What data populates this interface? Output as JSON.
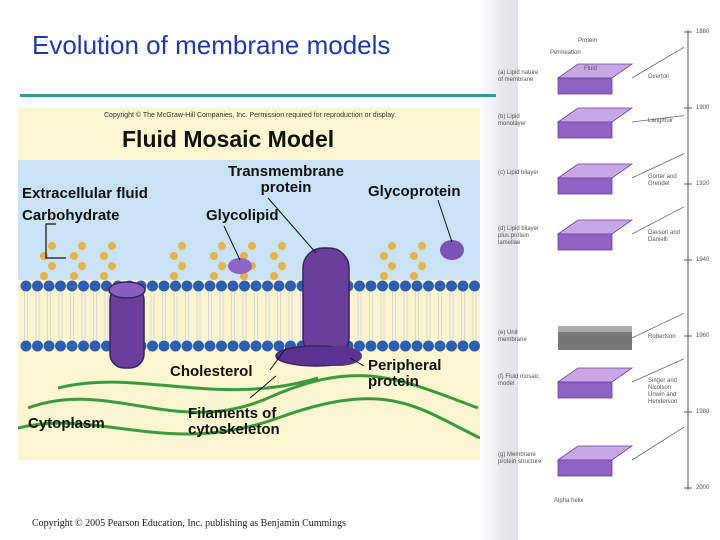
{
  "slide": {
    "title": "Evolution of membrane models",
    "copyright": "Copyright © 2005 Pearson Education, Inc. publishing as Benjamin Cummings"
  },
  "figure": {
    "copyright_line": "Copyright © The McGraw-Hill Companies, Inc. Permission required for reproduction or display.",
    "title": "Fluid Mosaic Model",
    "labels": {
      "extracellular_fluid": "Extracellular fluid",
      "carbohydrate": "Carbohydrate",
      "transmembrane_protein_line1": "Transmembrane",
      "transmembrane_protein_line2": "protein",
      "glycoprotein": "Glycoprotein",
      "glycolipid": "Glycolipid",
      "cholesterol": "Cholesterol",
      "peripheral_protein_line1": "Peripheral",
      "peripheral_protein_line2": "protein",
      "cytoplasm": "Cytoplasm",
      "filaments_line1": "Filaments of",
      "filaments_line2": "cytoskeleton"
    }
  },
  "timeline": {
    "years": [
      "1880",
      "1900",
      "1920",
      "1940",
      "1960",
      "1980",
      "2000"
    ],
    "models": [
      {
        "letter": "(a)",
        "name": "Lipid nature of membrane",
        "scientist": "Overton"
      },
      {
        "letter": "(b)",
        "name": "Lipid monolayer",
        "scientist": "Langmuir"
      },
      {
        "letter": "(c)",
        "name": "Lipid bilayer",
        "scientist": "Gorter and Grendel"
      },
      {
        "letter": "(d)",
        "name": "Lipid bilayer plus protein lamellae",
        "scientist": "Davson and Danielli"
      },
      {
        "letter": "(e)",
        "name": "Unit membrane",
        "scientist": "Robertson"
      },
      {
        "letter": "(f)",
        "name": "Fluid mosaic model",
        "scientist": "Singer and Nicolson Unwin and Henderson"
      },
      {
        "letter": "(g)",
        "name": "Membrane protein structure",
        "scientist": ""
      }
    ],
    "block_words": [
      "Permeation",
      "Fluid",
      "Protein"
    ],
    "alpha_helix": "Alpha helix"
  },
  "colors": {
    "title": "#1f3aa8",
    "rule": "#2f9a9a",
    "extracellular": "#c9e3f5",
    "lipid_head": "#2d5fb0",
    "protein": "#6a3f9c",
    "carbohydrate": "#e5b34a",
    "cytoplasm": "#fbf6cf"
  }
}
